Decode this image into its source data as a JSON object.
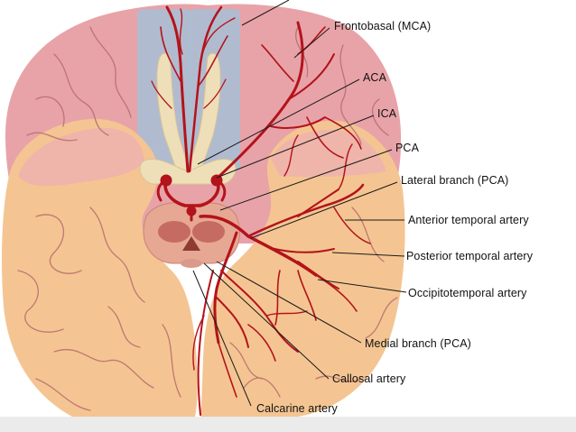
{
  "colors": {
    "background": "#ffffff",
    "bottom_band": "#ebebeb",
    "cerebrum_pink": "#e8a3a8",
    "temporal_lobe_tan": "#f4c592",
    "gyrus_line": "#b96f70",
    "artery_red": "#b3131b",
    "optic_nerve_cream": "#eedfb8",
    "orbital_blue": "#a7bfd6",
    "brainstem": "#e6a793",
    "leader_line": "#1a1a1a"
  },
  "labels": {
    "frontobasal": "Frontobasal (MCA)",
    "aca": "ACA",
    "ica": "ICA",
    "pca": "PCA",
    "lateral_branch": "Lateral branch (PCA)",
    "anterior_temporal": "Anterior temporal artery",
    "posterior_temporal": "Posterior temporal artery",
    "occipitotemporal": "Occipitotemporal artery",
    "medial_branch": "Medial branch (PCA)",
    "callosal": "Callosal artery",
    "calcarine": "Calcarine artery"
  }
}
